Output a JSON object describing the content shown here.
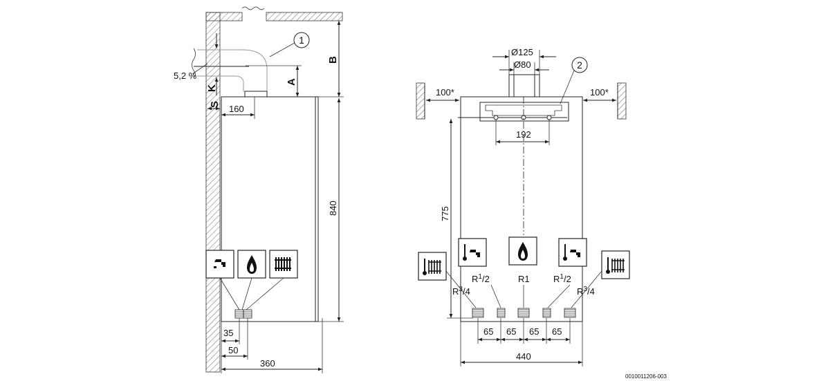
{
  "side_view": {
    "callout": "1",
    "slope": "5,2 %",
    "label_a": "A",
    "label_b": "B",
    "label_k": "K",
    "label_s": "S",
    "dim_160": "160",
    "dim_840": "840",
    "dim_35": "35",
    "dim_50": "50",
    "dim_360": "360"
  },
  "front_view": {
    "callout": "2",
    "dim_d125": "Ø125",
    "dim_d80": "Ø80",
    "clearance_left": "100*",
    "clearance_right": "100*",
    "dim_192": "192",
    "dim_775": "775",
    "conn_r34_left": "R",
    "conn_r34_left_sup": "3",
    "conn_r34_left_sub": "/4",
    "conn_r12_left": "R",
    "conn_r12_left_sup": "1",
    "conn_r12_left_sub": "/2",
    "conn_r1": "R1",
    "conn_r12_right": "R",
    "conn_r12_right_sup": "1",
    "conn_r12_right_sub": "/2",
    "conn_r34_right": "R",
    "conn_r34_right_sup": "3",
    "conn_r34_right_sub": "/4",
    "spacing": [
      "65",
      "65",
      "65",
      "65"
    ],
    "dim_440": "440"
  },
  "icons": {
    "side": [
      "hot-water-tap-icon",
      "gas-flame-icon",
      "radiator-icon"
    ],
    "front": [
      "radiator-thermometer-icon",
      "hot-water-thermometer-icon",
      "gas-flame-icon",
      "cold-water-thermometer-icon",
      "radiator-thermometer-icon"
    ]
  },
  "figure_code": "0010011206-003"
}
